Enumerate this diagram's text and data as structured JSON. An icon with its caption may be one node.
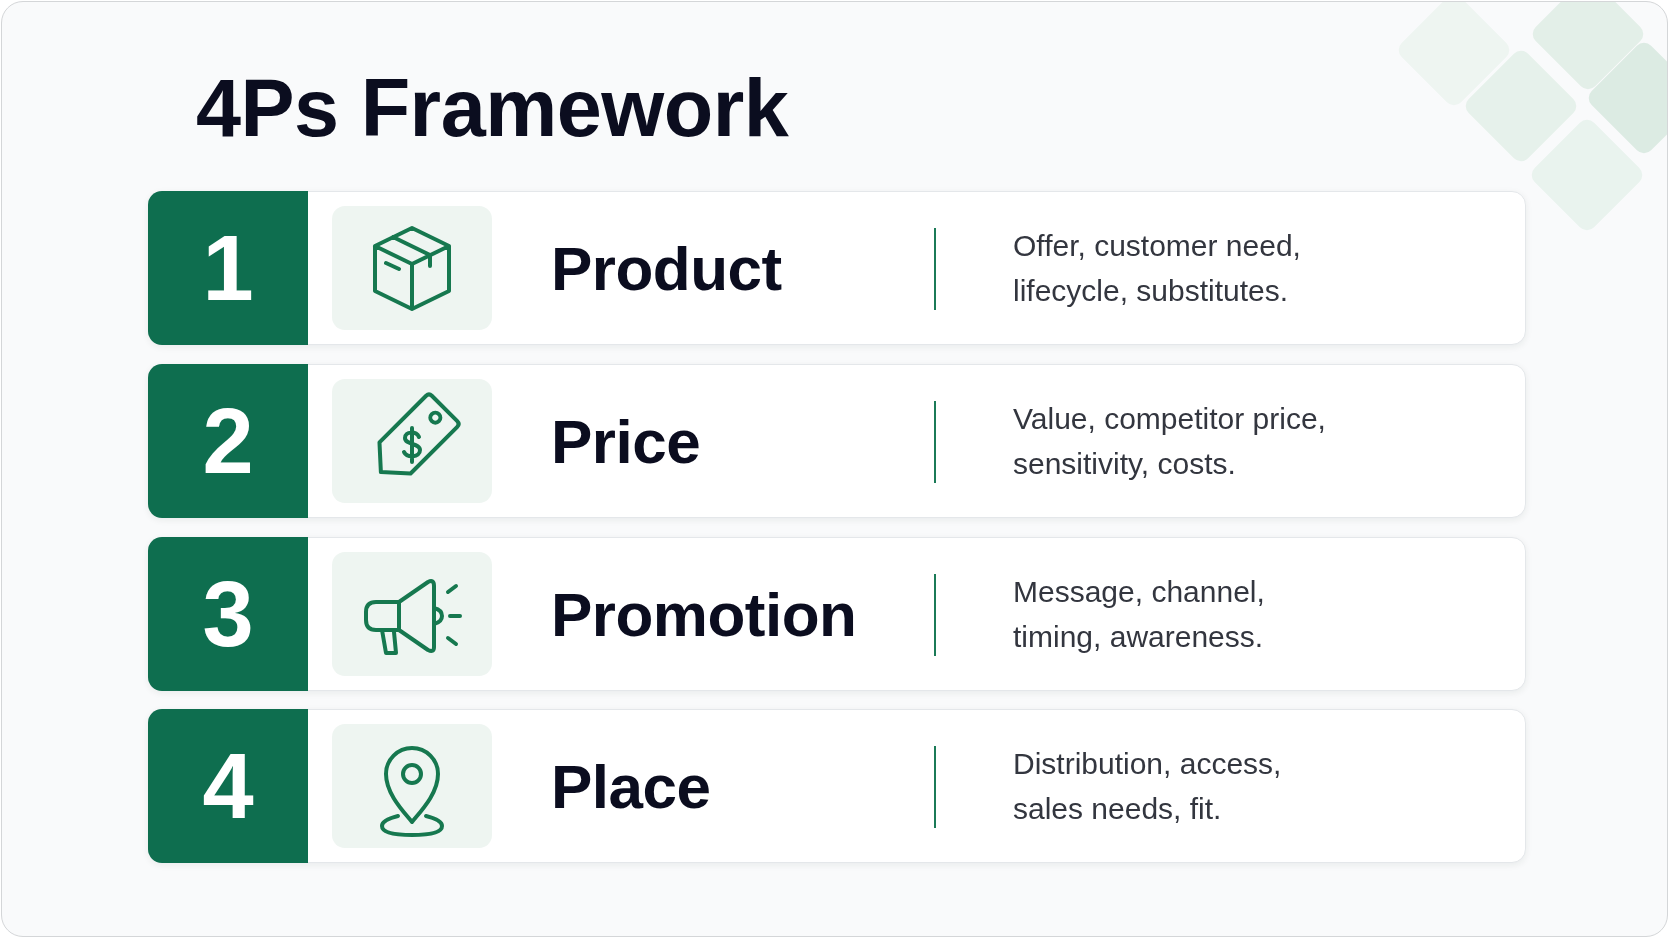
{
  "diagram": {
    "title": "4Ps Framework",
    "nodes": [
      {
        "text": [
          "Product",
          "Offer, customer need, lifecycle, substitutes."
        ]
      },
      {
        "text": [
          "1"
        ],
        "in": 0
      },
      {
        "text": [
          "Price",
          "Value, competitor price, sensitivity, costs."
        ]
      },
      {
        "text": [
          "2"
        ],
        "in": 2
      },
      {
        "text": [
          "Promotion",
          "Message, channel, timing, awareness."
        ]
      },
      {
        "text": [
          "3"
        ],
        "in": 4
      },
      {
        "text": [
          "Place",
          "Distribution, access, sales needs, fit."
        ]
      },
      {
        "text": [
          "4"
        ],
        "in": 6
      }
    ]
  }
}
